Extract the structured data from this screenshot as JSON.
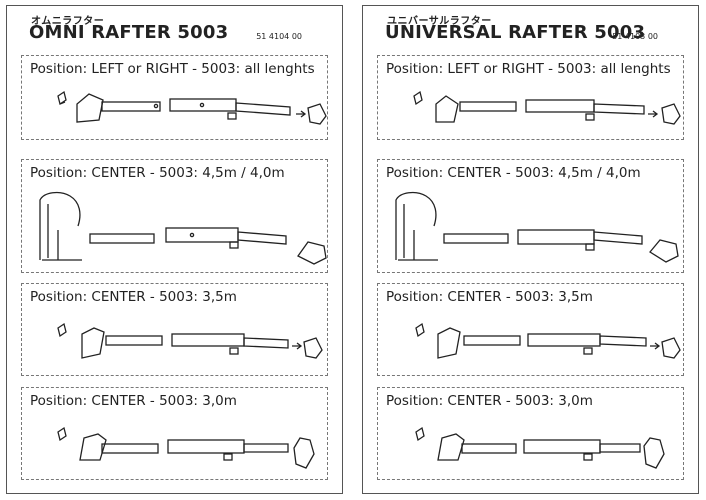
{
  "sheets": [
    {
      "jp_title": "オムニラフター",
      "title": "OMNI RAFTER 5003",
      "part_number": "51 4104 00",
      "positions": [
        "Position: LEFT or RIGHT - 5003: all lenghts",
        "Position: CENTER - 5003: 4,5m / 4,0m",
        "Position: CENTER - 5003: 3,5m",
        "Position: CENTER - 5003: 3,0m"
      ]
    },
    {
      "jp_title": "ユニバーサルラフター",
      "title": "UNIVERSAL RAFTER 5003",
      "part_number": "51 4103 00",
      "positions": [
        "Position: LEFT or RIGHT - 5003: all lenghts",
        "Position: CENTER - 5003: 4,5m / 4,0m",
        "Position: CENTER - 5003: 3,5m",
        "Position: CENTER - 5003: 3,0m"
      ]
    }
  ],
  "colors": {
    "ink": "#222222",
    "border": "#555555",
    "dashed": "#777777",
    "paper": "#ffffff"
  }
}
